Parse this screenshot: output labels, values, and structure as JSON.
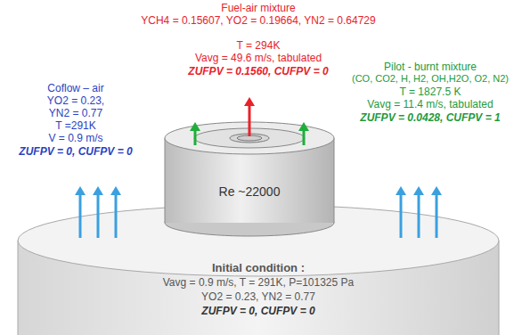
{
  "diagram": {
    "nodes": [
      {
        "text": [
          "Initial condition :",
          "Vavg = 0.9 m/s, T = 291K, P=101325 Pa",
          "YO2 = 0.23, YN2 = 0.77",
          "ZUFPV = 0, CUFPV = 0"
        ]
      },
      {
        "text": [
          "Re ~22000"
        ]
      }
    ],
    "labels": [
      "Fuel-air mixture",
      "YCH4 = 0.15607, YO2 = 0.19664, YN2 = 0.64729",
      "T = 294K",
      "Vavg = 49.6 m/s, tabulated",
      "ZUFPV = 0.1560, CUFPV = 0",
      "Pilot - burnt mixture",
      "(CO, CO2, H, H2, OH,H2O, O2, N2)",
      "T = 1827.5 K",
      "Vavg = 11.4 m/s, tabulated",
      "ZUFPV = 0.0428, CUFPV = 1",
      "Coflow – air",
      "YO2 = 0.23,",
      "YN2 = 0.77",
      "T =291K",
      "V = 0.9 m/s",
      "ZUFPV = 0, CUFPV = 0"
    ]
  }
}
